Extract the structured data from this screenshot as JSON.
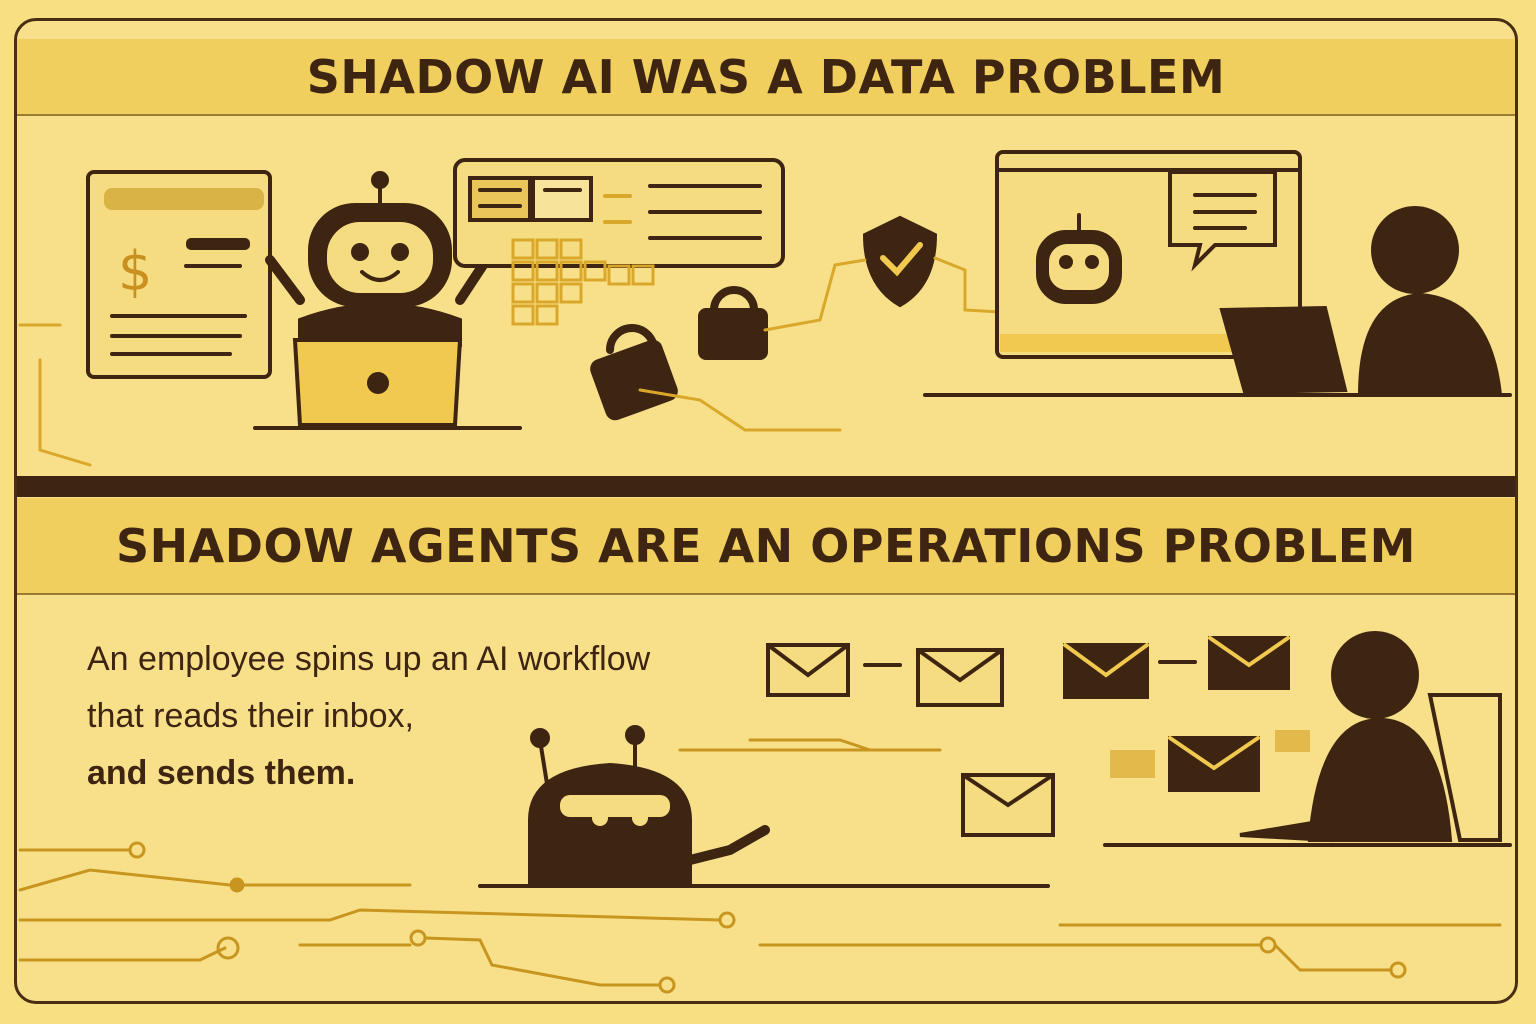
{
  "top_panel": {
    "title": "SHADOW AI WAS A DATA PROBLEM",
    "icons": [
      "document-dollar-icon",
      "robot-icon",
      "laptop-icon",
      "data-grid-icon",
      "lock-icon",
      "shield-check-icon",
      "chat-window-icon",
      "person-icon"
    ]
  },
  "bottom_panel": {
    "title": "SHADOW AGENTS ARE AN OPERATIONS PROBLEM",
    "caption_line1": "An employee spins up an AI workflow",
    "caption_line2": "that reads their inbox,",
    "caption_line3": "and sends them.",
    "icons": [
      "envelope-icon",
      "robot-icon",
      "person-icon",
      "circuit-icon"
    ]
  },
  "colors": {
    "background": "#f8df82",
    "header": "#f1cf5e",
    "ink": "#3e2512",
    "accent": "#d9a82a"
  }
}
